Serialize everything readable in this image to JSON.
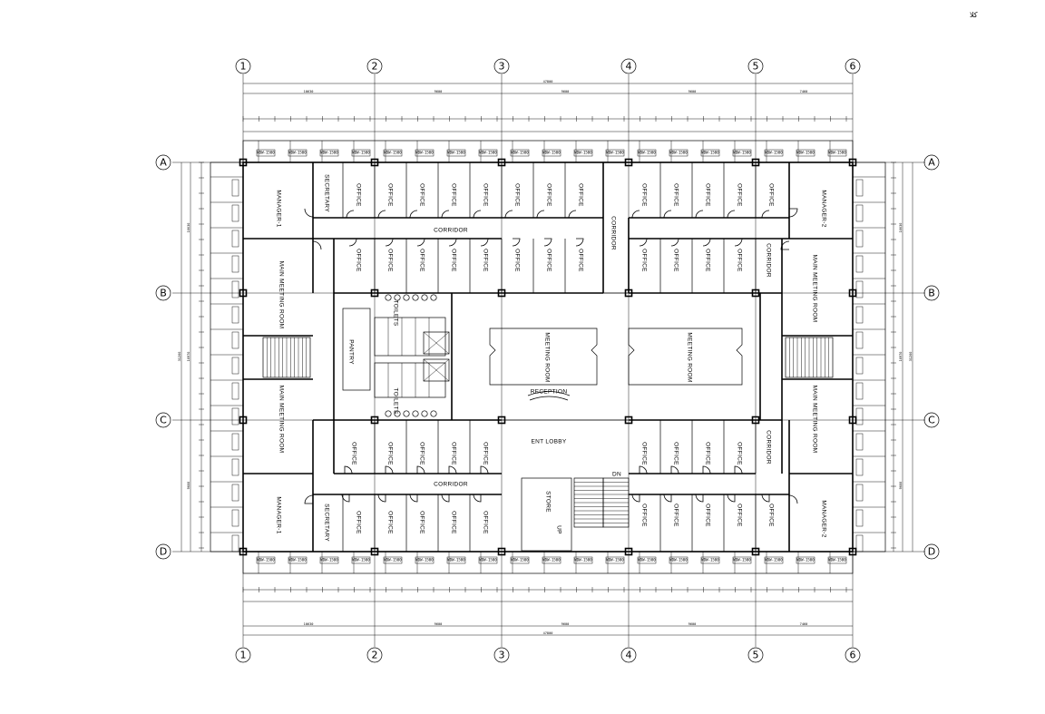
{
  "corner_note": "كلا",
  "grid": {
    "columns": [
      "1",
      "2",
      "3",
      "4",
      "5",
      "6"
    ],
    "rows": [
      "A",
      "B",
      "C",
      "D"
    ]
  },
  "dimensions": {
    "overall_top": "47800",
    "overall_bottom": "47800",
    "top_spans": [
      "10630",
      "9600",
      "9600",
      "9600",
      "7460"
    ],
    "bottom_spans": [
      "10630",
      "9600",
      "9600",
      "9600",
      "7460"
    ],
    "left_spans": [
      "10630",
      "10970",
      "9600"
    ],
    "right_spans": [
      "10630",
      "10970",
      "9600"
    ],
    "left_total": "31200",
    "right_total": "31200"
  },
  "rooms": {
    "manager_1_top": "MANAGER-1",
    "manager_1_bottom": "MANAGER-1",
    "manager_2_top": "MANAGER-2",
    "manager_2_bottom": "MANAGER-2",
    "secretary_top": "SECRETARY",
    "secretary_bottom": "SECRETARY",
    "office": "OFFICE",
    "corridor": "CORRIDOR",
    "main_meeting_room": "MAIN MEETING ROOM",
    "meeting_room": "MEETING ROOM",
    "toilets": "TOILETS",
    "pantry": "PANTRY",
    "reception": "RECEPTION",
    "ent_lobby": "ENT LOBBY",
    "store": "STORE",
    "up": "UP",
    "dn": "DN"
  },
  "window_tag": "WDW-1500"
}
